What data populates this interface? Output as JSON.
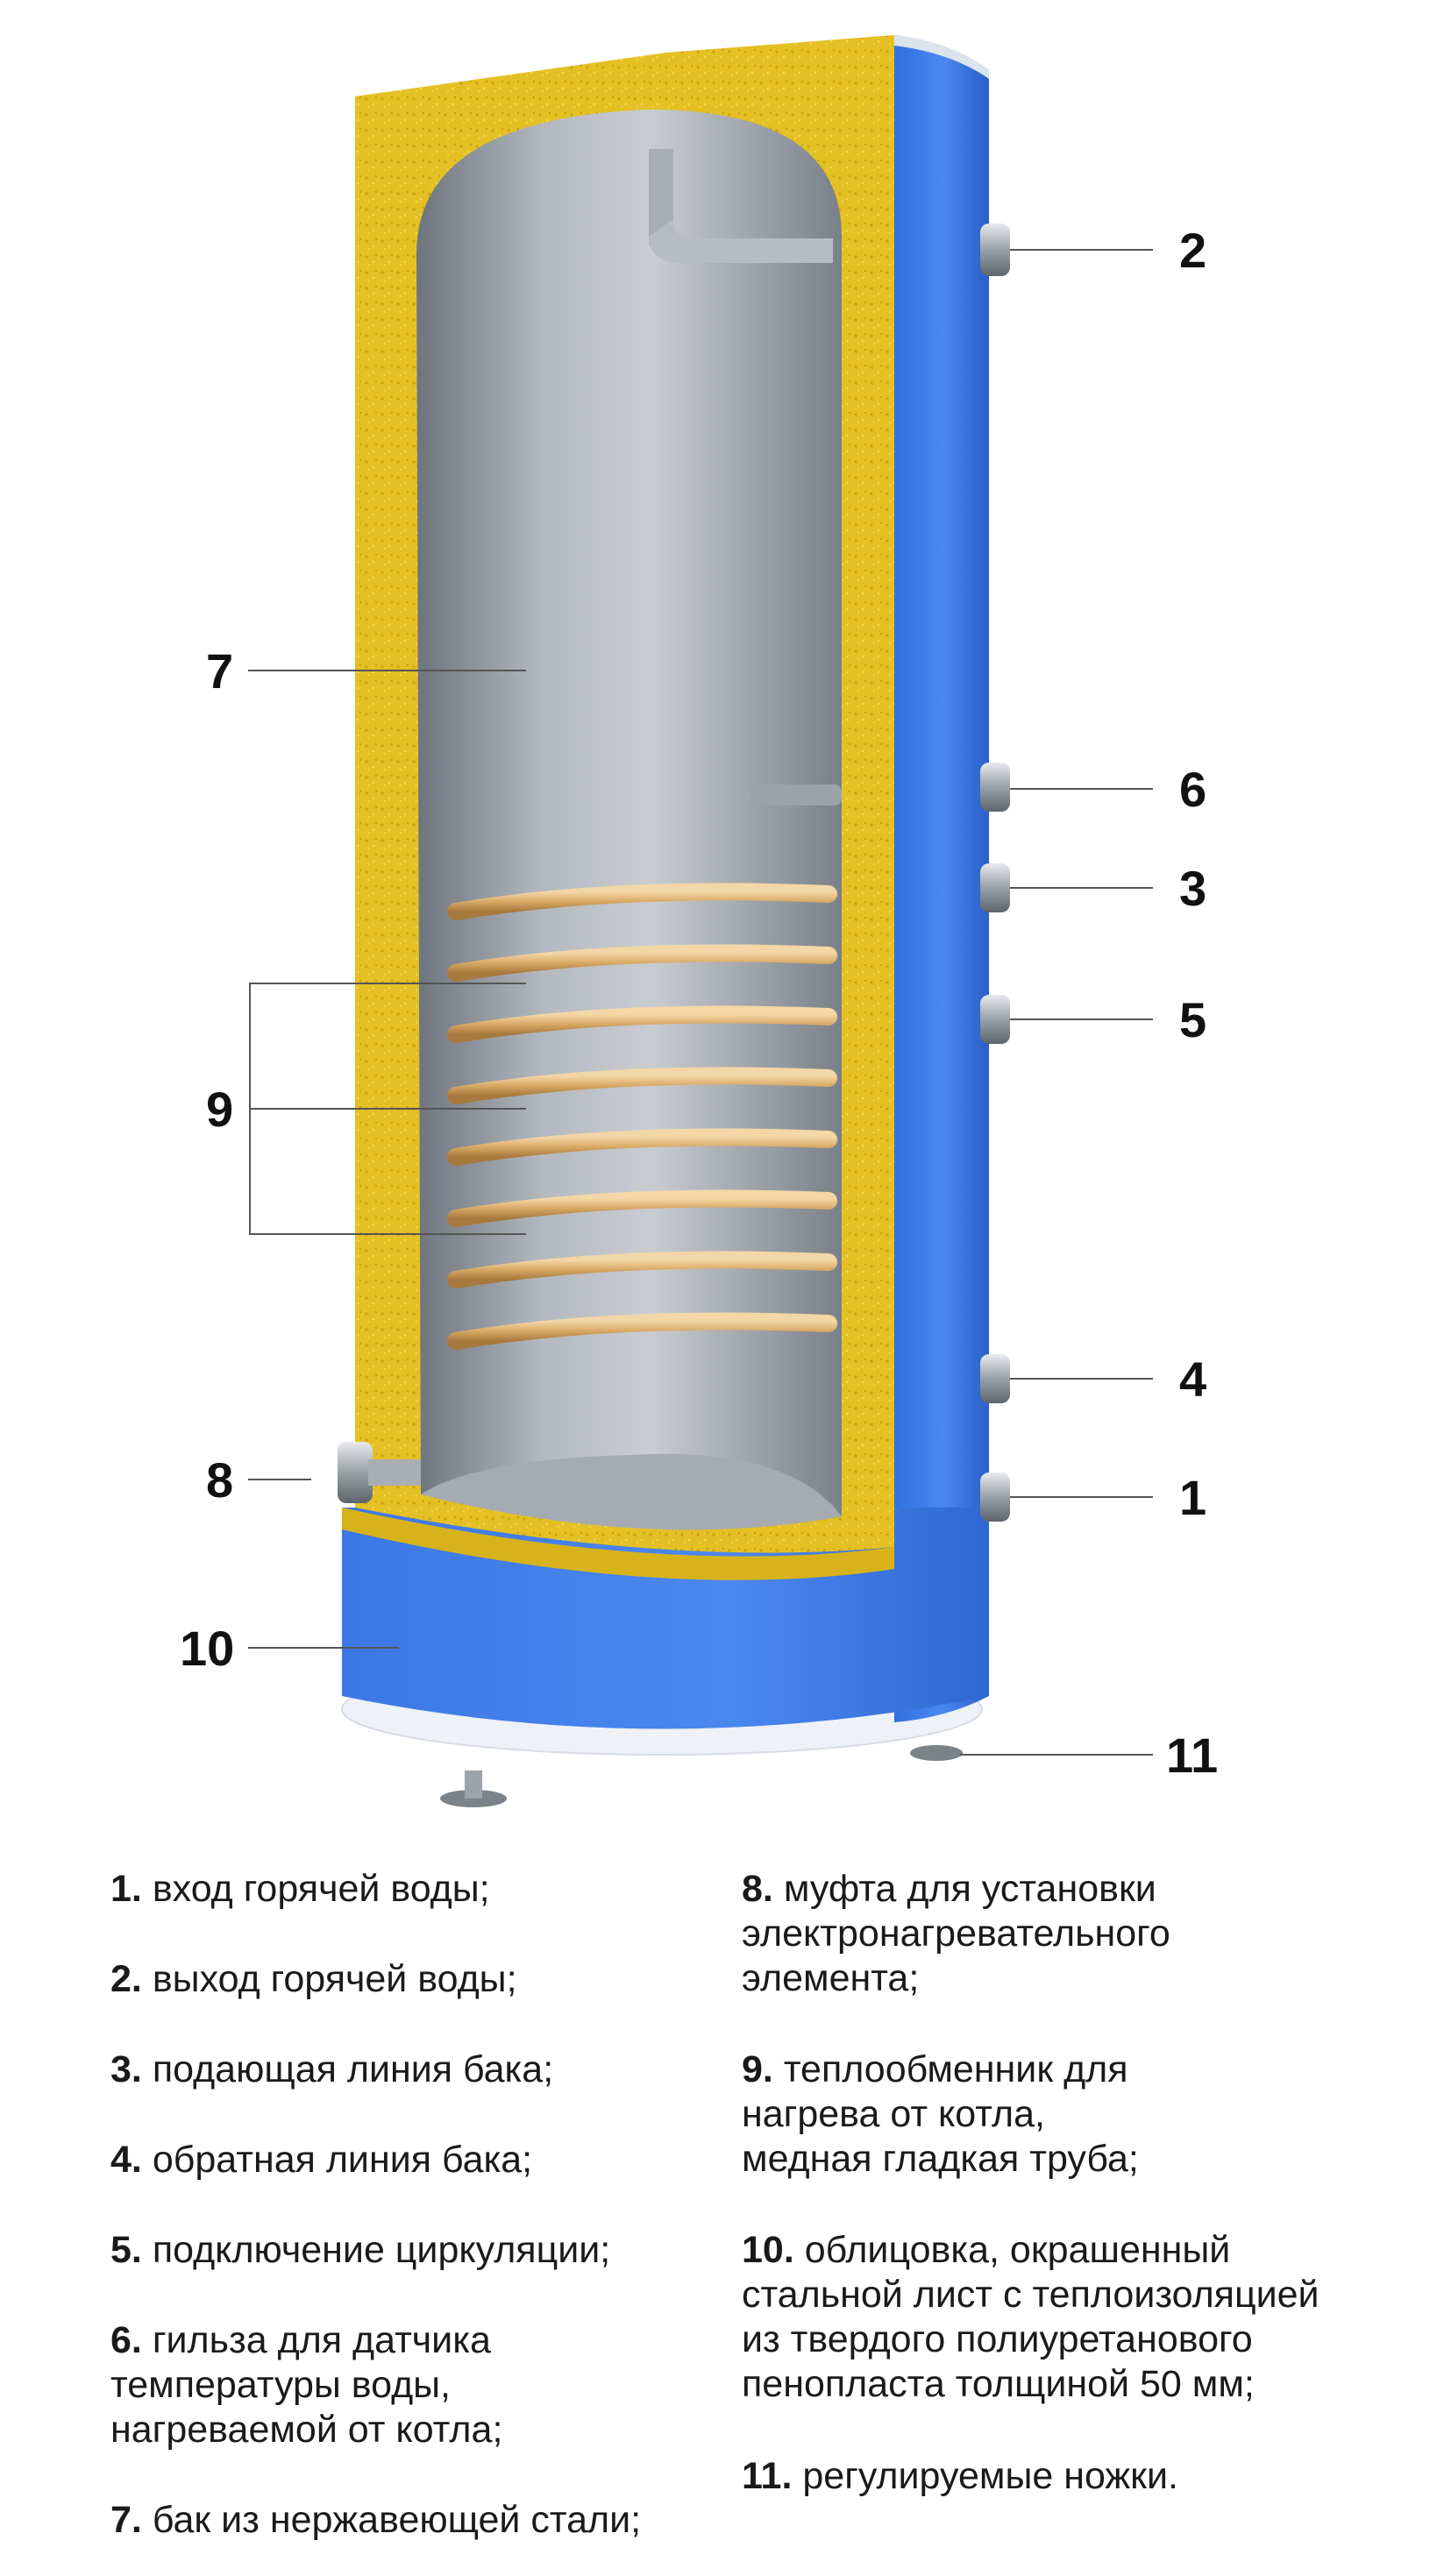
{
  "callouts": [
    {
      "id": "2",
      "label": "2"
    },
    {
      "id": "7",
      "label": "7"
    },
    {
      "id": "6",
      "label": "6"
    },
    {
      "id": "3",
      "label": "3"
    },
    {
      "id": "5",
      "label": "5"
    },
    {
      "id": "9",
      "label": "9"
    },
    {
      "id": "4",
      "label": "4"
    },
    {
      "id": "8",
      "label": "8"
    },
    {
      "id": "1",
      "label": "1"
    },
    {
      "id": "10",
      "label": "10"
    },
    {
      "id": "11",
      "label": "11"
    }
  ],
  "legend": {
    "left": [
      {
        "num": "1.",
        "lines": [
          "вход горячей воды;"
        ]
      },
      {
        "num": "2.",
        "lines": [
          "выход горячей воды;"
        ]
      },
      {
        "num": "3.",
        "lines": [
          "подающая линия бака;"
        ]
      },
      {
        "num": "4.",
        "lines": [
          "обратная линия бака;"
        ]
      },
      {
        "num": "5.",
        "lines": [
          "подключение циркуляции;"
        ]
      },
      {
        "num": "6.",
        "lines": [
          "гильза для датчика",
          "температуры воды,",
          "нагреваемой от  котла;"
        ]
      },
      {
        "num": "7.",
        "lines": [
          "бак из нержавеющей стали;"
        ]
      }
    ],
    "right": [
      {
        "num": "8.",
        "lines": [
          "муфта для установки",
          "электронагревательного",
          "элемента;"
        ]
      },
      {
        "num": "9.",
        "lines": [
          "теплообменник для",
          "нагрева от котла,",
          "медная гладкая  труба;"
        ]
      },
      {
        "num": "10.",
        "lines": [
          "облицовка, окрашенный",
          "стальной лист с теплоизоляцией",
          "из твердого полиуретанового",
          "пенопласта толщиной 50 мм;"
        ]
      },
      {
        "num": "11.",
        "lines": [
          "регулируемые ножки."
        ]
      }
    ]
  },
  "colors": {
    "casing": "#3f7ee6",
    "casing_dark": "#2a5fc4",
    "insulation": "#e6c21e",
    "tank": "#9aa1aa",
    "coil": "#d4a86a",
    "lines": "#555555"
  }
}
